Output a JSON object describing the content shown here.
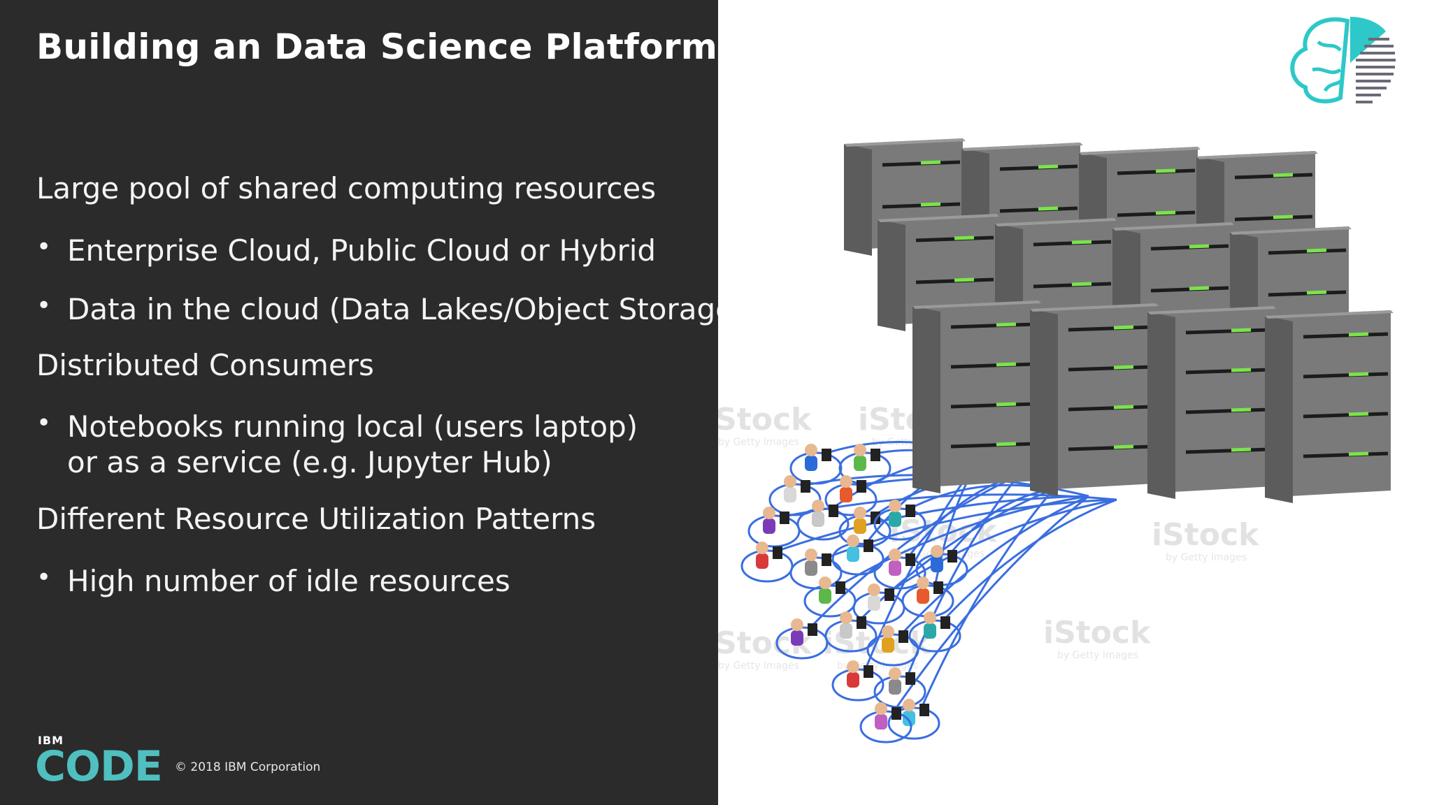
{
  "slide": {
    "title": "Building an Data Science Platform",
    "sections": [
      {
        "heading": "Large pool of shared computing resources",
        "bullets": [
          "Enterprise Cloud, Public Cloud or Hybrid",
          "Data in the cloud (Data Lakes/Object Storage)"
        ]
      },
      {
        "heading": "Distributed Consumers",
        "bullets": [
          "Notebooks running local (users laptop)",
          "or as a service (e.g. Jupyter Hub)"
        ]
      },
      {
        "heading": "Different Resource Utilization Patterns",
        "bullets": [
          "High number of idle resources"
        ]
      }
    ],
    "bullet_glyph": "•"
  },
  "footer": {
    "ibm": "IBM",
    "code": "CODE",
    "copyright": "© 2018 IBM Corporation"
  },
  "illustration": {
    "watermark": "iStock",
    "watermark_sub": "by Getty Images",
    "logo_icon": "brain-chart-icon"
  },
  "colors": {
    "panel_bg": "#2b2b2c",
    "accent_teal": "#4fbfbf",
    "server_led": "#7be34b",
    "network_line": "#3a6ee0"
  }
}
